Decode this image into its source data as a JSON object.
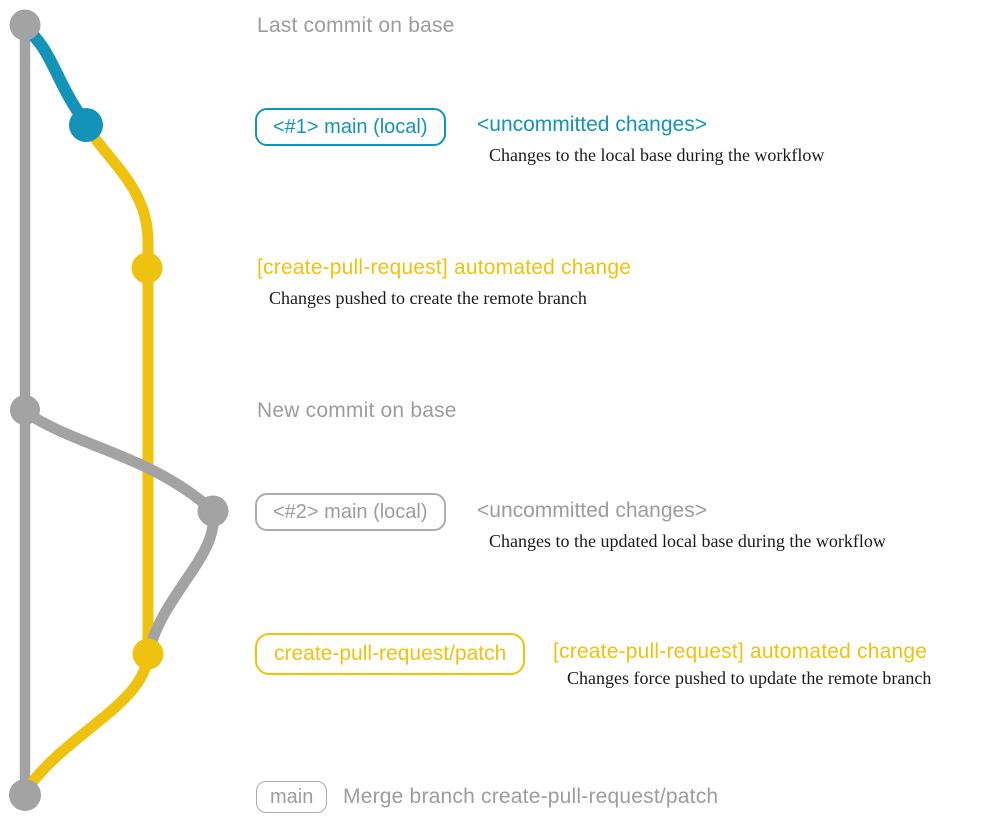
{
  "colors": {
    "background": "#ffffff",
    "gray": "#a3a3a3",
    "grayText": "#9d9d9d",
    "grayBorder": "#adadad",
    "blue": "#1493b8",
    "yellow": "#f0c210",
    "black": "#1a1a1a"
  },
  "annotations": {
    "last_commit": "Last commit on base",
    "commit1": {
      "badge": "<#1> main (local)",
      "status": "<uncommitted changes>",
      "description": "Changes to the local base during the workflow"
    },
    "commit2": {
      "title": "[create-pull-request] automated change",
      "description": "Changes pushed to create the remote branch"
    },
    "new_commit": "New commit on base",
    "commit3": {
      "badge": "<#2> main (local)",
      "status": "<uncommitted changes>",
      "description": "Changes to the updated local base during the workflow"
    },
    "commit4": {
      "badge": "create-pull-request/patch",
      "title": "[create-pull-request] automated change",
      "description": "Changes force pushed to update the remote branch"
    },
    "merge_commit": {
      "badge": "main",
      "title": "Merge branch create-pull-request/patch"
    }
  }
}
